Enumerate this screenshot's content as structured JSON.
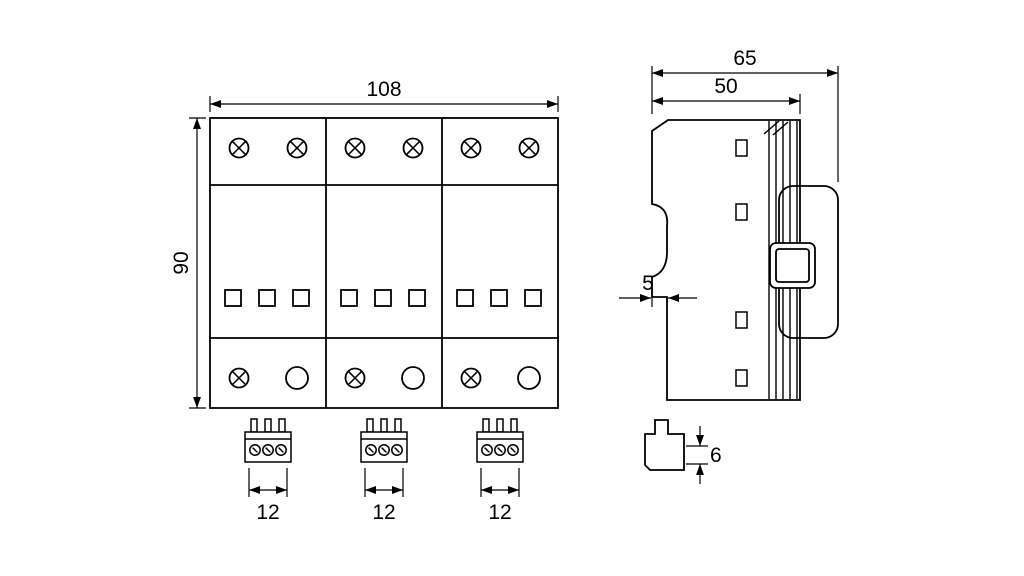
{
  "drawing": {
    "front_view": {
      "width_label": "108",
      "height_label": "90",
      "module_count": 3,
      "connector_width_labels": [
        "12",
        "12",
        "12"
      ]
    },
    "side_view": {
      "total_depth_label": "65",
      "body_depth_label": "50",
      "step_label": "5",
      "connector_height_label": "6"
    }
  },
  "colors": {
    "line": "#000000",
    "background": "#ffffff"
  }
}
